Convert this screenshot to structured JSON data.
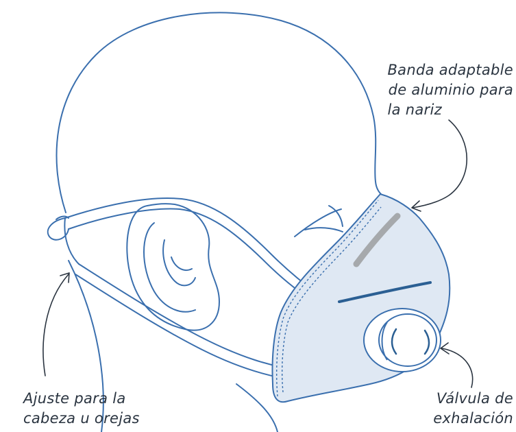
{
  "colors": {
    "line": "#3a6fae",
    "mask_fill": "#dfe8f3",
    "nose_band": "#a6a9ac",
    "mask_crease": "#2b5f93",
    "text": "#2a3440"
  },
  "labels": {
    "nose_band": [
      "Banda adaptable",
      "de aluminio para",
      "la nariz"
    ],
    "head_strap": [
      "Ajuste para la",
      "cabeza u orejas"
    ],
    "valve": [
      "Válvula de",
      "exhalación"
    ]
  }
}
